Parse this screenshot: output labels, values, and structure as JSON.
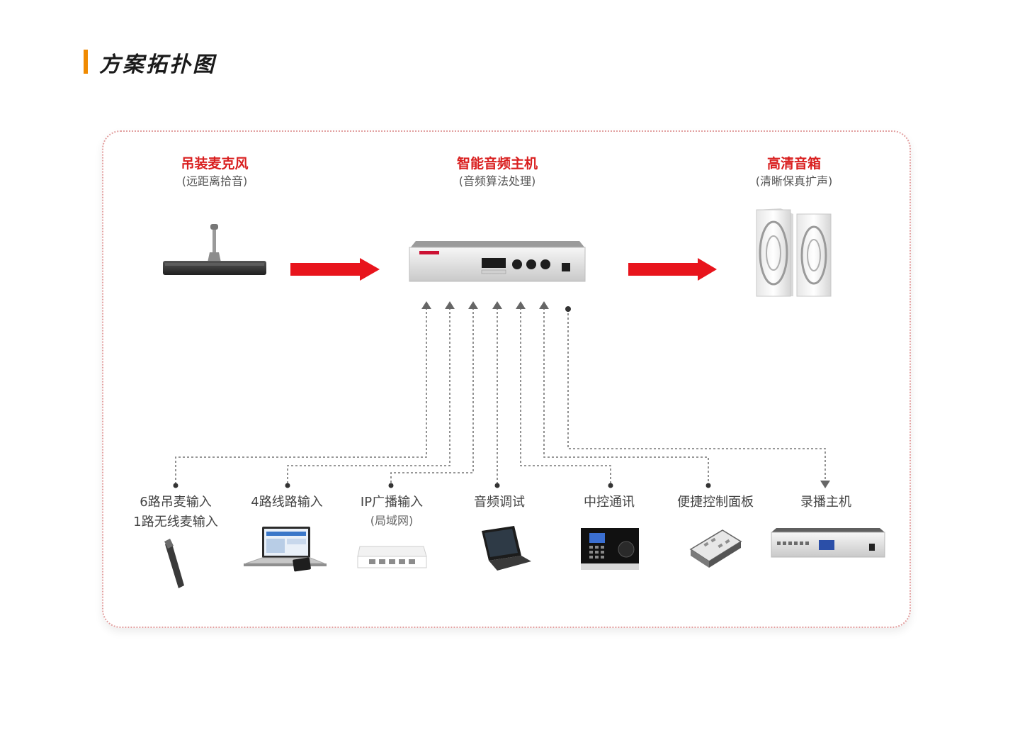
{
  "page": {
    "title": "方案拓扑图"
  },
  "top": {
    "mic": {
      "name": "吊装麦克风",
      "sub": "(远距离拾音)"
    },
    "host": {
      "name": "智能音频主机",
      "sub": "(音频算法处理)"
    },
    "speaker": {
      "name": "高清音箱",
      "sub": "(清晰保真扩声)"
    }
  },
  "inputs": [
    {
      "line1": "6路吊麦输入",
      "line2": "1路无线麦输入",
      "icon": "wireless-mic-icon"
    },
    {
      "line1": "4路线路输入",
      "line2": "",
      "icon": "laptop-phone-icon"
    },
    {
      "line1": "IP广播输入",
      "line2": "(局域网)",
      "icon": "network-switch-icon"
    },
    {
      "line1": "音频调试",
      "line2": "",
      "icon": "laptop-icon"
    },
    {
      "line1": "中控通讯",
      "line2": "",
      "icon": "control-terminal-icon"
    },
    {
      "line1": "便捷控制面板",
      "line2": "",
      "icon": "control-panel-icon"
    },
    {
      "line1": "录播主机",
      "line2": "",
      "icon": "recording-host-icon"
    }
  ],
  "colors": {
    "accent": "#f08a00",
    "arrow": "#e8141c",
    "highlight": "#d91f1f",
    "connector": "#777777"
  }
}
